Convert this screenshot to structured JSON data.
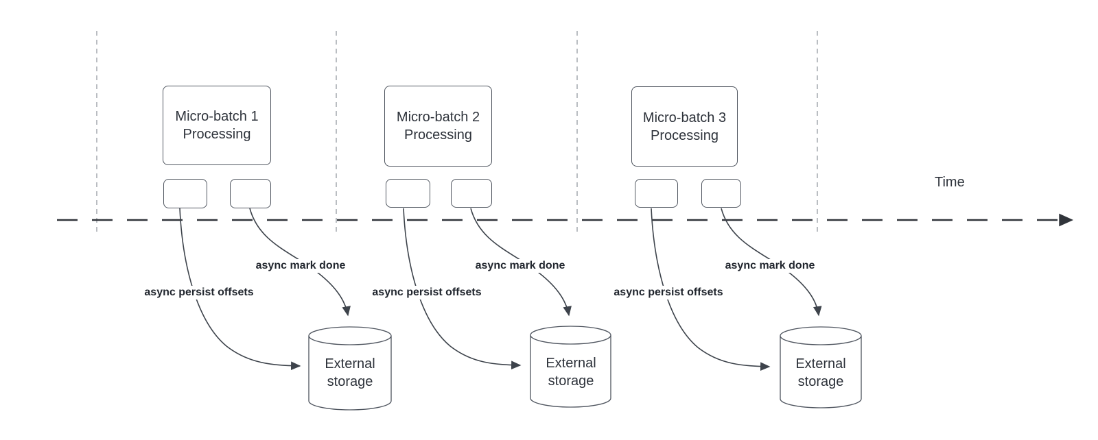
{
  "colors": {
    "edge_line": "#3d434b",
    "timeline_line": "#30343a",
    "gridline": "#a9adb3",
    "shape_border": "#4e545e",
    "text": "#2d323a",
    "label_text": "#21262e",
    "background": "#ffffff"
  },
  "time_axis": {
    "label": "Time"
  },
  "groups": [
    {
      "box_title_line1": "Micro-batch 1",
      "box_title_line2": "Processing",
      "persist_label": "async persist offsets",
      "mark_done_label": "async mark done",
      "storage_label_line1": "External",
      "storage_label_line2": "storage"
    },
    {
      "box_title_line1": "Micro-batch 2",
      "box_title_line2": "Processing",
      "persist_label": "async persist offsets",
      "mark_done_label": "async mark done",
      "storage_label_line1": "External",
      "storage_label_line2": "storage"
    },
    {
      "box_title_line1": "Micro-batch 3",
      "box_title_line2": "Processing",
      "persist_label": "async persist offsets",
      "mark_done_label": "async mark done",
      "storage_label_line1": "External",
      "storage_label_line2": "storage"
    }
  ]
}
